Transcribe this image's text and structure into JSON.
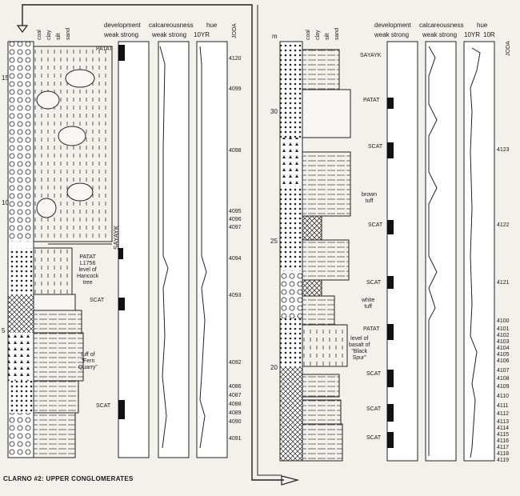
{
  "caption": "CLARNO #2: UPPER CONGLOMERATES",
  "left": {
    "grain_labels": [
      "coal",
      "clay",
      "silt",
      "sand"
    ],
    "column_headers": {
      "development": "development",
      "development_scale": "weak strong",
      "calcareousness": "calcareousness",
      "calcareousness_scale": "weak strong",
      "hue": "hue",
      "hue_scale": "10YR",
      "sample_header": "JODA"
    },
    "depth_ticks": [
      "15",
      "10",
      "5"
    ],
    "samples": [
      "4120",
      "4099",
      "4098",
      "4095",
      "4096",
      "4097",
      "4094",
      "4093",
      "4092",
      "4086",
      "4087",
      "4088",
      "4089",
      "4090",
      "4091"
    ],
    "annotations": {
      "patat_top": "PATAT",
      "sayayk": "SAYAYK",
      "patat_mid": "PATAT\nL1756\nlevel of\nHancock\ntree",
      "scat_1": "SCAT",
      "tuff": "tuff of\n\"Fern\nQuarry\"",
      "scat_2": "SCAT"
    }
  },
  "right": {
    "depth_unit": "m",
    "grain_labels": [
      "coal",
      "clay",
      "silt",
      "sand"
    ],
    "column_headers": {
      "development": "development",
      "development_scale": "weak strong",
      "calcareousness": "calcareousness",
      "calcareousness_scale": "weak strong",
      "hue": "hue",
      "hue_scale": "10YR",
      "hue_scale_2": "10R",
      "sample_header": "JODA"
    },
    "depth_ticks": [
      "30",
      "25",
      "20"
    ],
    "samples": [
      "4123",
      "4122",
      "4121",
      "4100",
      "4101",
      "4102",
      "4103",
      "4104",
      "4105",
      "4106",
      "4107",
      "4108",
      "4109",
      "4110",
      "4111",
      "4112",
      "4113",
      "4114",
      "4115",
      "4116",
      "4117",
      "4118",
      "4119"
    ],
    "annotations": {
      "sayayk": "SAYAYK",
      "patat": "PATAT",
      "scat_1": "SCAT",
      "brown_tuff": "brown\ntuff",
      "scat_2": "SCAT",
      "scat_3": "SCAT",
      "white_tuff": "white\ntuff",
      "patat_2": "PATAT",
      "basalt": "level of\nbasalt of\n\"Black\nSpur\"",
      "scat_4": "SCAT",
      "scat_5": "SCAT",
      "scat_6": "SCAT"
    }
  }
}
